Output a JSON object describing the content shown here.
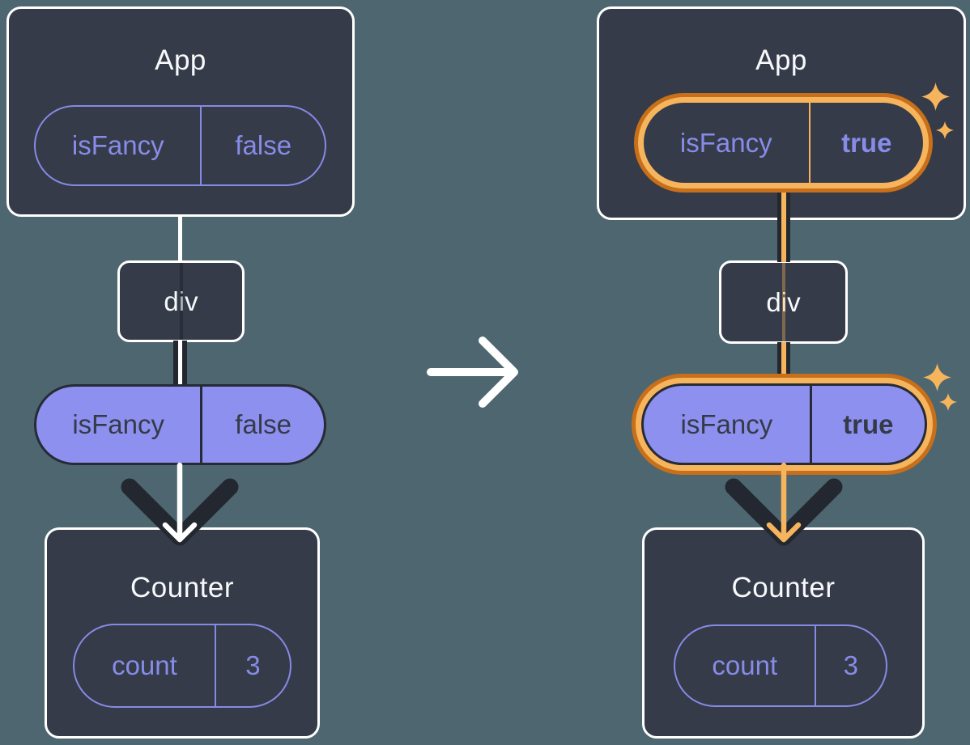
{
  "colors": {
    "background": "#4d6670",
    "card_fill": "#353b48",
    "card_border": "#ffffff",
    "purple_outline": "#858ae6",
    "purple_fill": "#8e90f0",
    "ink_dark": "#23272f",
    "text_on_purple": "#343b47",
    "orange_dark": "#c76f1a",
    "orange_light": "#f6b55c",
    "title_text": "#f7f9fb"
  },
  "transition": {
    "icon": "arrow-right-icon"
  },
  "panels": [
    {
      "id": "before",
      "app": {
        "title": "App",
        "prop_name": "isFancy",
        "prop_value": "false"
      },
      "div_label": "div",
      "passed_prop": {
        "name": "isFancy",
        "value": "false"
      },
      "counter": {
        "title": "Counter",
        "state_name": "count",
        "state_value": "3"
      }
    },
    {
      "id": "after",
      "app": {
        "title": "App",
        "prop_name": "isFancy",
        "prop_value": "true"
      },
      "div_label": "div",
      "passed_prop": {
        "name": "isFancy",
        "value": "true"
      },
      "counter": {
        "title": "Counter",
        "state_name": "count",
        "state_value": "3"
      },
      "highlight": "orange",
      "sparkles": "sparkles-icon"
    }
  ]
}
